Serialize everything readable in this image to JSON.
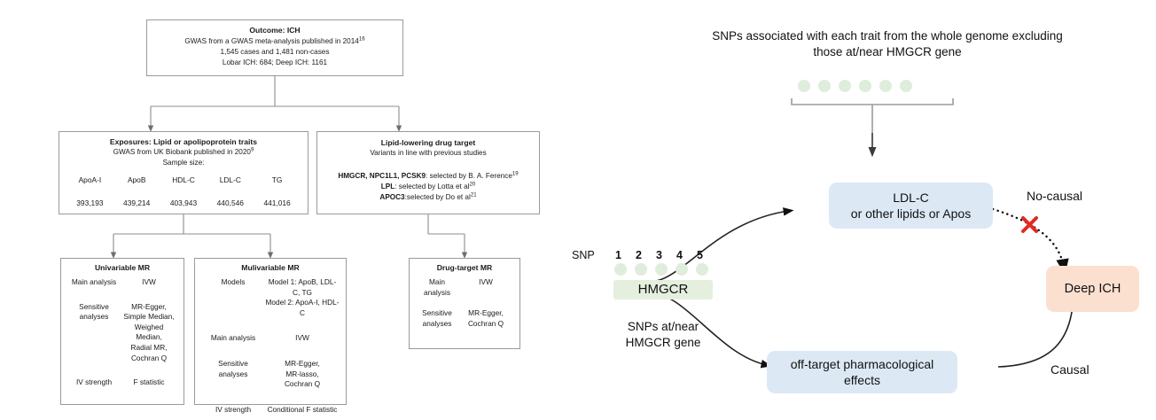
{
  "left_flowchart": {
    "outcome": {
      "title": "Outcome: ICH",
      "line1": "GWAS from a GWAS meta-analysis published in 2014",
      "line1_sup": "16",
      "line2": "1,545 cases and 1,481 non-cases",
      "line3": "Lobar ICH: 684; Deep ICH: 1161"
    },
    "exposures": {
      "title": "Exposures: Lipid or apolipoprotein traits",
      "subtitle": "GWAS from UK Biobank published in 2020",
      "subtitle_sup": "9",
      "sample_label": "Sample size:",
      "traits": [
        "ApoA-I",
        "ApoB",
        "HDL-C",
        "LDL-C",
        "TG"
      ],
      "sample_sizes": [
        "393,193",
        "439,214",
        "403,943",
        "440,546",
        "441,016"
      ]
    },
    "drug_target": {
      "title": "Lipid-lowering  drug target",
      "subtitle": "Variants in line with previous studies",
      "rows": [
        {
          "bold": "HMGCR, NPC1L1, PCSK9",
          "rest": ": selected by B. A. Ference",
          "sup": "19"
        },
        {
          "bold": "LPL",
          "rest": ": selected by Lotta et al",
          "sup": "20"
        },
        {
          "bold": "APOC3",
          "rest": ":selected by Do et al",
          "sup": "21"
        }
      ]
    },
    "univariable": {
      "title": "Univariable MR",
      "rows": [
        {
          "label": "Main analysis",
          "value": "IVW"
        },
        {
          "label": "Sensitive\nanalyses",
          "value": "MR-Egger,\nSimple Median,\nWeighed Median,\nRadial MR,\nCochran Q"
        },
        {
          "label": "IV strength",
          "value": "F statistic"
        }
      ]
    },
    "multivariable": {
      "title": "Mulivariable MR",
      "rows": [
        {
          "label": "Models",
          "value": "Model 1: ApoB, LDL-C, TG\nModel 2: ApoA-I, HDL-C"
        },
        {
          "label": "Main analysis",
          "value": "IVW"
        },
        {
          "label": "Sensitive\nanalyses",
          "value": "MR-Egger,\nMR-lasso,\nCochran Q"
        },
        {
          "label": "IV strength",
          "value": "Conditional F statistic"
        }
      ]
    },
    "drug_target_mr": {
      "title": "Drug-target MR",
      "rows": [
        {
          "label": "Main\nanalysis",
          "value": "IVW"
        },
        {
          "label": "Sensitive\nanalyses",
          "value": "MR-Egger,\nCochran Q"
        }
      ]
    }
  },
  "right_diagram": {
    "genome_caption": "SNPs associated with each trait from the whole genome excluding those at/near HMGCR gene",
    "genome_dots_count": 6,
    "snp_word": "SNP",
    "snp_numbers": [
      "1",
      "2",
      "3",
      "4",
      "5"
    ],
    "hmgcr_label": "HMGCR",
    "hmgcr_caption": "SNPs at/near\nHMGCR gene",
    "ldl_box": "LDL-C\nor other lipids or Apos",
    "offtarget_box": "off-target pharmacological\neffects",
    "outcome_box": "Deep ICH",
    "no_causal_label": "No-causal",
    "causal_label": "Causal",
    "cross_marker": "x-mark"
  },
  "colors": {
    "box_border": "#9a9a9a",
    "green_fill": "#e4efdd",
    "blue_fill": "#dce9f5",
    "orange_fill": "#fbe0cf",
    "cross_red": "#e02b20",
    "arrow": "#4d4d4d"
  }
}
